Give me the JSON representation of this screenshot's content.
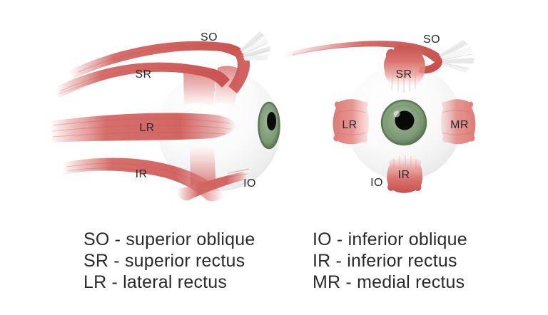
{
  "diagram": {
    "lateral_view": {
      "labels": {
        "so": "SO",
        "sr": "SR",
        "lr": "LR",
        "ir": "IR",
        "io": "IO"
      }
    },
    "frontal_view": {
      "labels": {
        "so": "SO",
        "sr": "SR",
        "lr": "LR",
        "mr": "MR",
        "ir": "IR",
        "io": "IO"
      }
    }
  },
  "legend": {
    "columns": [
      {
        "items": [
          "SO - superior oblique",
          "SR - superior rectus",
          "LR - lateral rectus"
        ]
      },
      {
        "items": [
          "IO - inferior oblique",
          "IR - inferior rectus",
          "MR - medial rectus"
        ]
      }
    ]
  },
  "colors": {
    "muscle": "#d2625f",
    "muscle_dark": "#c5524e",
    "muscle_light": "#eca49e",
    "sclera": "#f4f4f4",
    "sclera_edge": "#e1e1e1",
    "iris_green": "#86a17e",
    "iris_rim": "#5d7855",
    "pupil": "#0a0d09",
    "tendon_white": "#ededed",
    "label_text": "#2a2a2a",
    "background": "#ffffff"
  }
}
